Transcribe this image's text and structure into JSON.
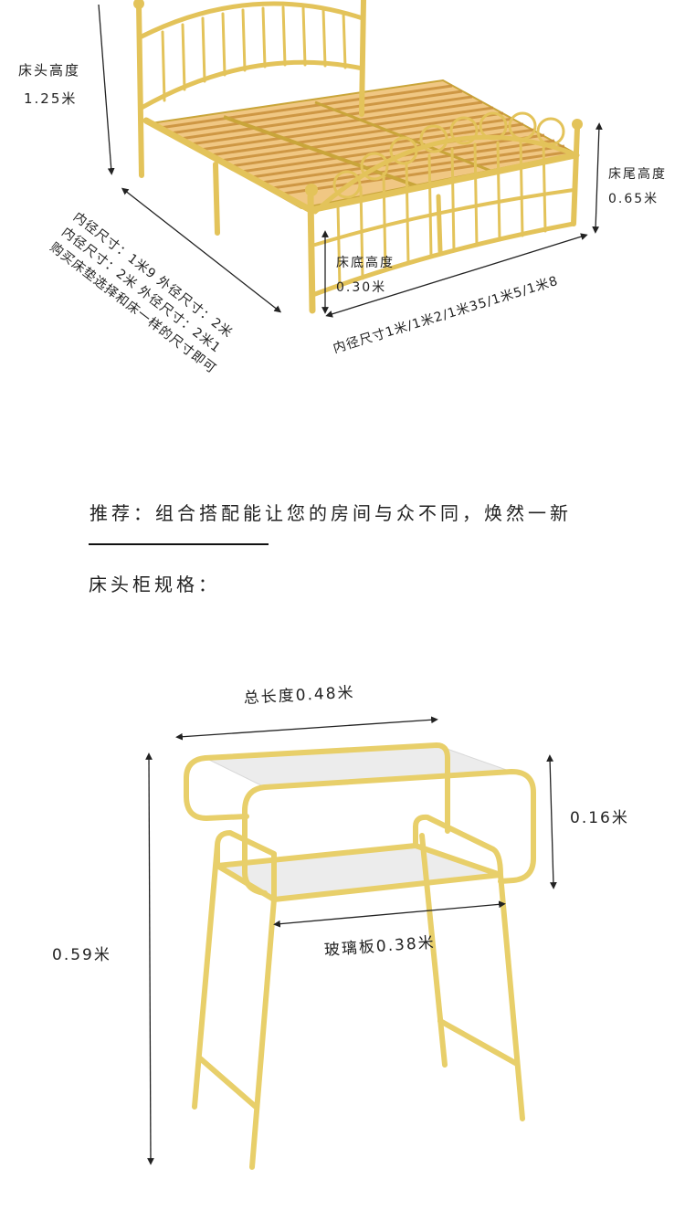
{
  "bed": {
    "head_height_label": "床头高度",
    "head_height_value": "1.25米",
    "foot_height_label": "床尾高度",
    "foot_height_value": "0.65米",
    "base_height_label": "床底高度",
    "base_height_value": "0.30米",
    "side_dim_line1": "内径尺寸：1米9 外径尺寸：2米",
    "side_dim_line2": "内径尺寸：2米  外径尺寸：2米1",
    "side_dim_line3": "购买床垫选择和床一样的尺寸即可",
    "width_dim": "内径尺寸1米/1米2/1米35/1米5/1米8"
  },
  "recommend_text": "推荐：组合搭配能让您的房间与众不同，焕然一新",
  "nightstand_spec_title": "床头柜规格：",
  "nightstand": {
    "total_length": "总长度0.48米",
    "shelf_gap": "0.16米",
    "total_height": "0.59米",
    "glass_board": "玻璃板0.38米"
  },
  "colors": {
    "gold": "#e3c35a",
    "gold_dark": "#c9a53a",
    "wood": "#e8b86a",
    "glass": "#eaeaea"
  }
}
